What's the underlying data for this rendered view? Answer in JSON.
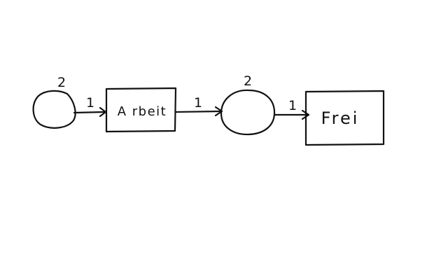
{
  "diagram": {
    "places": [
      {
        "id": "p1",
        "tokens": "2"
      },
      {
        "id": "p2",
        "tokens": "2"
      }
    ],
    "transitions": [
      {
        "id": "t1",
        "label": "A rbeit"
      },
      {
        "id": "t2",
        "label": "Frei"
      }
    ],
    "arcs": [
      {
        "from": "p1",
        "to": "t1",
        "weight": "1"
      },
      {
        "from": "t1",
        "to": "p2",
        "weight": "1"
      },
      {
        "from": "p2",
        "to": "t2",
        "weight": "1"
      }
    ],
    "colors": {
      "ink": "#111111",
      "background": "#ffffff"
    }
  }
}
